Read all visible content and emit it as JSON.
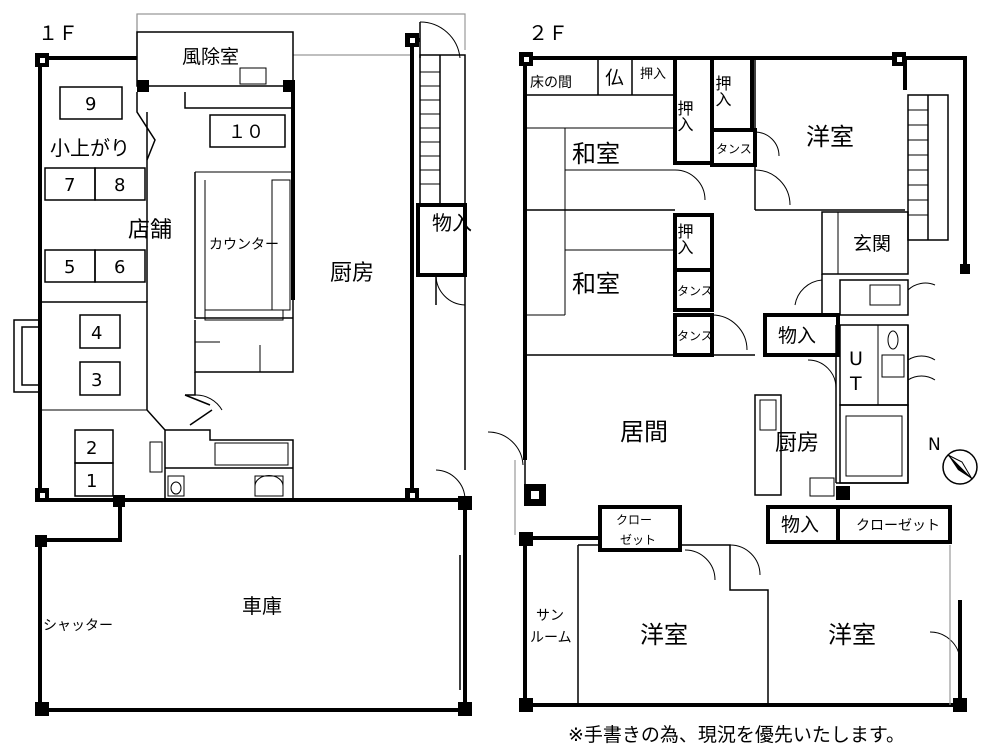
{
  "floor1": {
    "heading": "１Ｆ",
    "rooms": {
      "wind_room": "風除室",
      "koagari": "小上がり",
      "shop": "店舗",
      "counter": "カウンター",
      "kitchen": "厨房",
      "storage": "物入",
      "garage": "車庫",
      "shutter": "シャッター"
    },
    "tables": [
      "9",
      "１０",
      "7",
      "8",
      "5",
      "6",
      "4",
      "3",
      "2",
      "1"
    ]
  },
  "floor2": {
    "heading": "２Ｆ",
    "rooms": {
      "tokonoma": "床の間",
      "butsudan": "仏",
      "oshiire_small": "押入",
      "oshiire_a": "押入",
      "oshiire_b": "押入",
      "oshiire_c": "押入",
      "tansu_a": "タンス",
      "tansu_b": "タンス",
      "tansu_c": "タンス",
      "washitsu_a": "和室",
      "washitsu_b": "和室",
      "youshitsu_ne": "洋室",
      "genkan": "玄関",
      "storage_a": "物入",
      "storage_b": "物入",
      "ut": "ＵＴ",
      "living": "居間",
      "kitchen": "厨房",
      "closet_a": "クローゼット",
      "closet_b": "クローゼット",
      "sunroom": "サンルーム",
      "youshitsu_sw": "洋室",
      "youshitsu_se": "洋室"
    }
  },
  "compass": {
    "label": "N"
  },
  "footnote": "※手書きの為、現況を優先いたします。"
}
